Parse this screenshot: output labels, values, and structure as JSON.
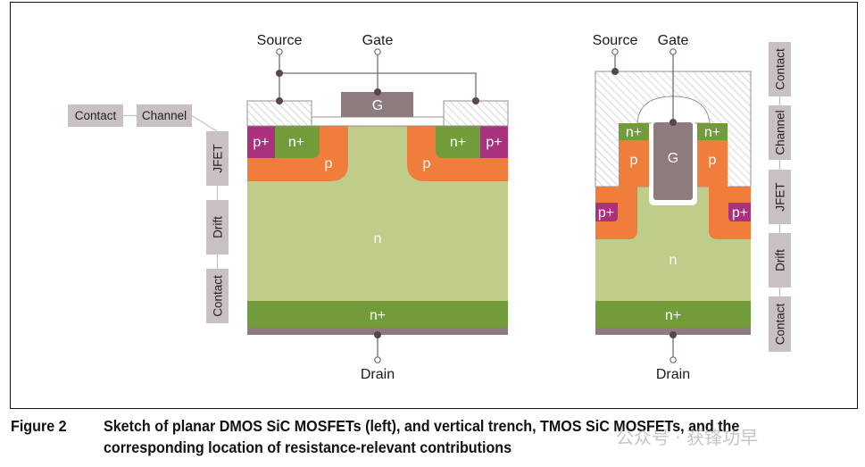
{
  "colors": {
    "n_drift": "#bfcc8a",
    "n_plus": "#729c3a",
    "p_well": "#ef7d3c",
    "p_plus": "#a8337c",
    "gate": "#8d7b7d",
    "metal": "#8d7b7d",
    "contact_hatch": "#bdbdbd",
    "wire": "#7a6a6d",
    "node": "#5a4450",
    "tag_fill": "#c8c0c1"
  },
  "dmos": {
    "terminals": {
      "source": "Source",
      "gate": "Gate",
      "drain": "Drain"
    },
    "regions": {
      "gate": "G",
      "p_plus_left": "p+",
      "n_plus_left": "n+",
      "p_left": "p",
      "n_plus_right": "n+",
      "p_plus_right": "p+",
      "p_right": "p",
      "drift": "n",
      "substrate": "n+"
    },
    "resistance_tags": [
      "Contact",
      "Channel",
      "JFET",
      "Drift",
      "Contact"
    ]
  },
  "tmos": {
    "terminals": {
      "source": "Source",
      "gate": "Gate",
      "drain": "Drain"
    },
    "regions": {
      "gate": "G",
      "n_plus_left": "n+",
      "n_plus_right": "n+",
      "p_left": "p",
      "p_right": "p",
      "p_plus_left": "p+",
      "p_plus_right": "p+",
      "drift": "n",
      "substrate": "n+"
    },
    "resistance_tags": [
      "Contact",
      "Channel",
      "JFET",
      "Drift",
      "Contact"
    ]
  },
  "caption": {
    "number": "Figure 2",
    "text": "Sketch of planar DMOS SiC MOSFETs (left), and vertical trench, TMOS SiC MOSFETs, and the corresponding location of resistance-relevant contributions"
  },
  "watermark": "公众号 · 获锋功早"
}
